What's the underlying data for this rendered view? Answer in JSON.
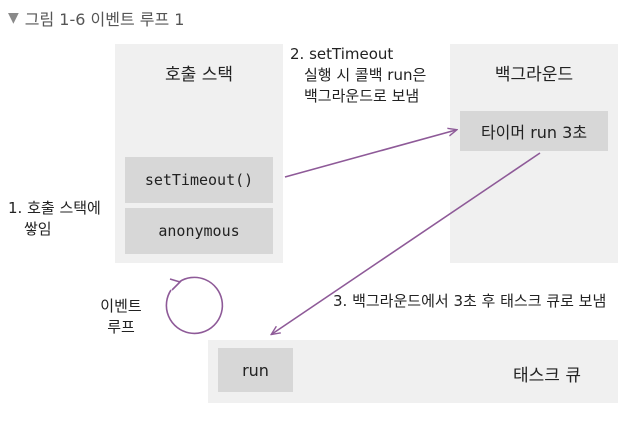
{
  "caption": {
    "icon": "chevron-down-icon",
    "text": "그림 1-6 이벤트 루프 1"
  },
  "call_stack": {
    "title": "호출 스택",
    "frames": [
      "setTimeout()",
      "anonymous"
    ]
  },
  "background": {
    "title": "백그라운드",
    "item": "타이머 run 3초"
  },
  "task_queue": {
    "title": "태스크 큐",
    "item": "run"
  },
  "notes": {
    "step1_line1": "1. 호출 스택에",
    "step1_line2": "쌓임",
    "step2_line1": "2. setTimeout",
    "step2_line2": "실행 시 콜백 run은",
    "step2_line3": "백그라운드로 보냄",
    "step3": "3. 백그라운드에서 3초 후 태스크 큐로 보냄"
  },
  "event_loop": {
    "line1": "이벤트",
    "line2": "루프"
  },
  "colors": {
    "arrow": "#8e5a98",
    "panel": "#f0f0f0",
    "box": "#d7d7d7"
  }
}
